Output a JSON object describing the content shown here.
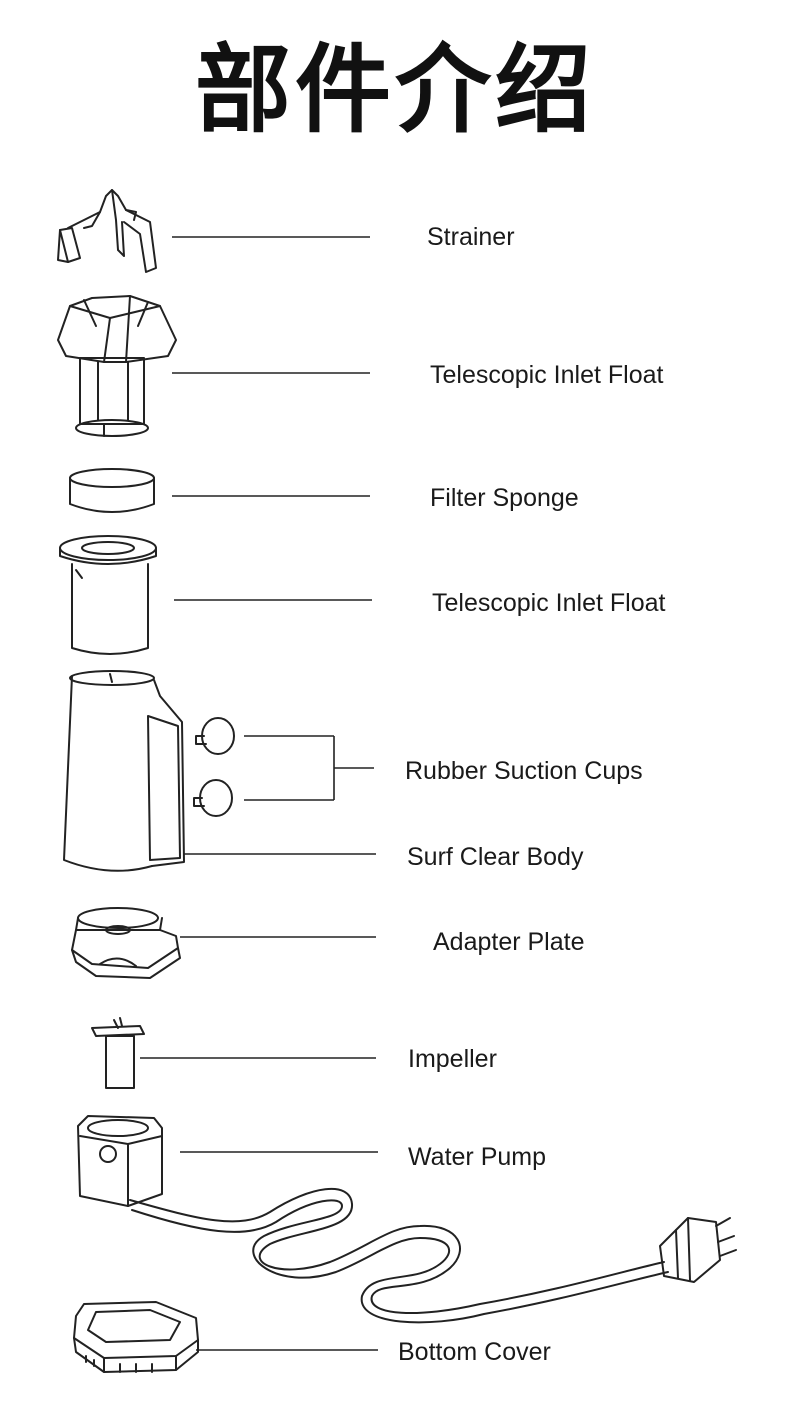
{
  "title": "部件介绍",
  "parts": [
    {
      "label": "Strainer"
    },
    {
      "label": "Telescopic Inlet Float"
    },
    {
      "label": "Filter Sponge"
    },
    {
      "label": "Telescopic Inlet Float"
    },
    {
      "label": "Rubber Suction Cups"
    },
    {
      "label": "Surf Clear Body"
    },
    {
      "label": "Adapter Plate"
    },
    {
      "label": "Impeller"
    },
    {
      "label": "Water Pump"
    },
    {
      "label": "Bottom Cover"
    }
  ]
}
